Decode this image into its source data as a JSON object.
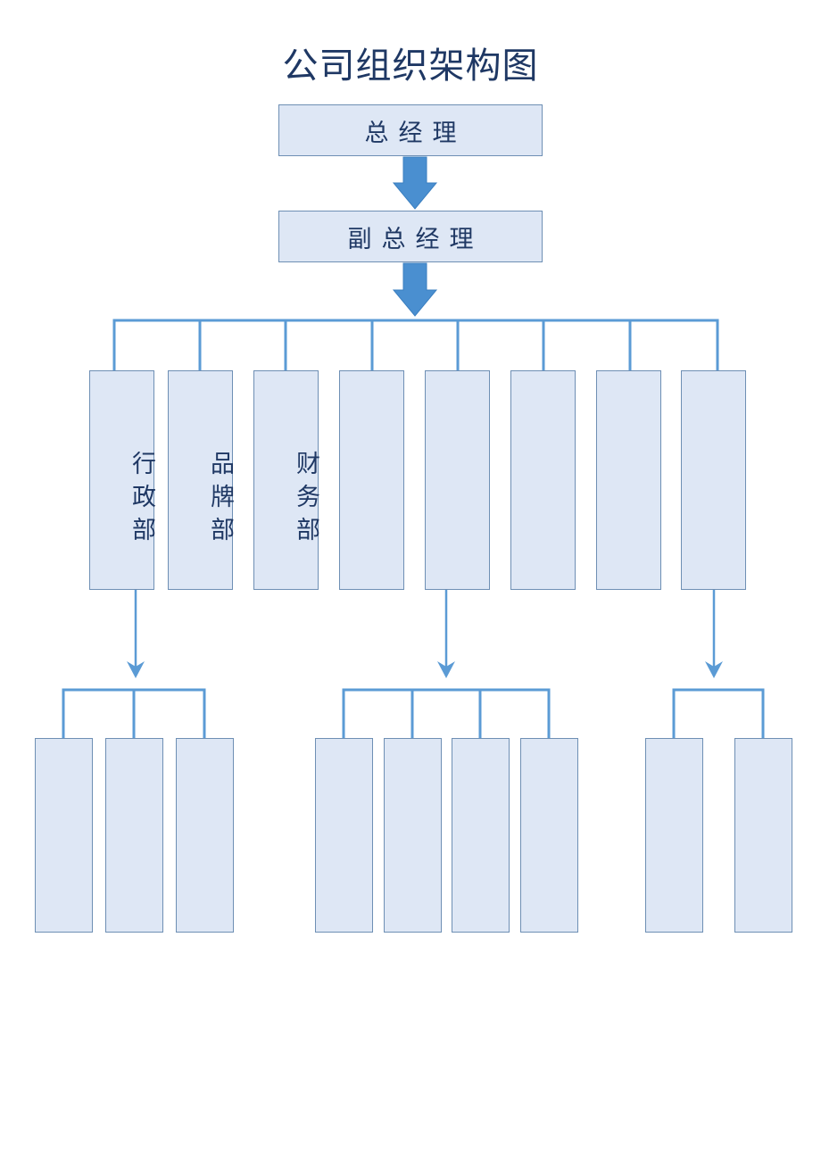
{
  "document": {
    "title": "公司组织架构图",
    "page_background": "#ffffff"
  },
  "style": {
    "node_fill": "#dee7f5",
    "node_border": "#6e8fb4",
    "connector_color": "#5b9bd5",
    "block_arrow_fill": "#4a8fd0",
    "text_color": "#1f3864"
  },
  "chart_data": {
    "type": "diagram",
    "diagram_kind": "organization-chart",
    "title": "公司组织架构图",
    "levels": [
      {
        "level": 1,
        "name": "executive",
        "nodes": [
          {
            "id": "gm",
            "label": "总经理",
            "orientation": "horizontal"
          }
        ]
      },
      {
        "level": 2,
        "name": "deputy-executive",
        "nodes": [
          {
            "id": "dgm",
            "label": "副总经理",
            "orientation": "horizontal"
          }
        ]
      },
      {
        "level": 3,
        "name": "departments",
        "nodes": [
          {
            "id": "dept-1",
            "label": "行政部",
            "orientation": "vertical"
          },
          {
            "id": "dept-2",
            "label": "品牌部",
            "orientation": "vertical"
          },
          {
            "id": "dept-3",
            "label": "财务部",
            "orientation": "vertical"
          },
          {
            "id": "dept-4",
            "label": "",
            "orientation": "vertical"
          },
          {
            "id": "dept-5",
            "label": "",
            "orientation": "vertical"
          },
          {
            "id": "dept-6",
            "label": "",
            "orientation": "vertical"
          },
          {
            "id": "dept-7",
            "label": "",
            "orientation": "vertical"
          },
          {
            "id": "dept-8",
            "label": "",
            "orientation": "vertical"
          }
        ]
      },
      {
        "level": 4,
        "name": "sub-units",
        "groups": [
          {
            "id": "group-a",
            "parent": "dept-1",
            "nodes": [
              {
                "id": "sub-a1",
                "label": ""
              },
              {
                "id": "sub-a2",
                "label": ""
              },
              {
                "id": "sub-a3",
                "label": ""
              }
            ]
          },
          {
            "id": "group-b",
            "parent": "dept-5",
            "nodes": [
              {
                "id": "sub-b1",
                "label": ""
              },
              {
                "id": "sub-b2",
                "label": ""
              },
              {
                "id": "sub-b3",
                "label": ""
              },
              {
                "id": "sub-b4",
                "label": ""
              }
            ]
          },
          {
            "id": "group-c",
            "parent": "dept-8",
            "nodes": [
              {
                "id": "sub-c1",
                "label": ""
              },
              {
                "id": "sub-c2",
                "label": ""
              }
            ]
          }
        ]
      }
    ],
    "connectors": [
      {
        "from": "gm",
        "to": "dgm",
        "style": "block-arrow-down"
      },
      {
        "from": "dgm",
        "to": "departments-bus",
        "style": "block-arrow-down"
      },
      {
        "from": "departments-bus",
        "to": "dept-1..dept-8",
        "style": "orthogonal-bus"
      },
      {
        "from": "dept-1",
        "to": "group-a",
        "style": "line-arrow-down"
      },
      {
        "from": "dept-5",
        "to": "group-b",
        "style": "line-arrow-down"
      },
      {
        "from": "dept-8",
        "to": "group-c",
        "style": "line-arrow-down"
      }
    ]
  },
  "nodes": {
    "gm": {
      "label": "总经理"
    },
    "dgm": {
      "label": "副总经理"
    },
    "dept_1": {
      "label": "行政部"
    },
    "dept_2": {
      "label": "品牌部"
    },
    "dept_3": {
      "label": "财务部"
    },
    "dept_4": {
      "label": ""
    },
    "dept_5": {
      "label": ""
    },
    "dept_6": {
      "label": ""
    },
    "dept_7": {
      "label": ""
    },
    "dept_8": {
      "label": ""
    },
    "sub_a1": {
      "label": ""
    },
    "sub_a2": {
      "label": ""
    },
    "sub_a3": {
      "label": ""
    },
    "sub_b1": {
      "label": ""
    },
    "sub_b2": {
      "label": ""
    },
    "sub_b3": {
      "label": ""
    },
    "sub_b4": {
      "label": ""
    },
    "sub_c1": {
      "label": ""
    },
    "sub_c2": {
      "label": ""
    }
  }
}
